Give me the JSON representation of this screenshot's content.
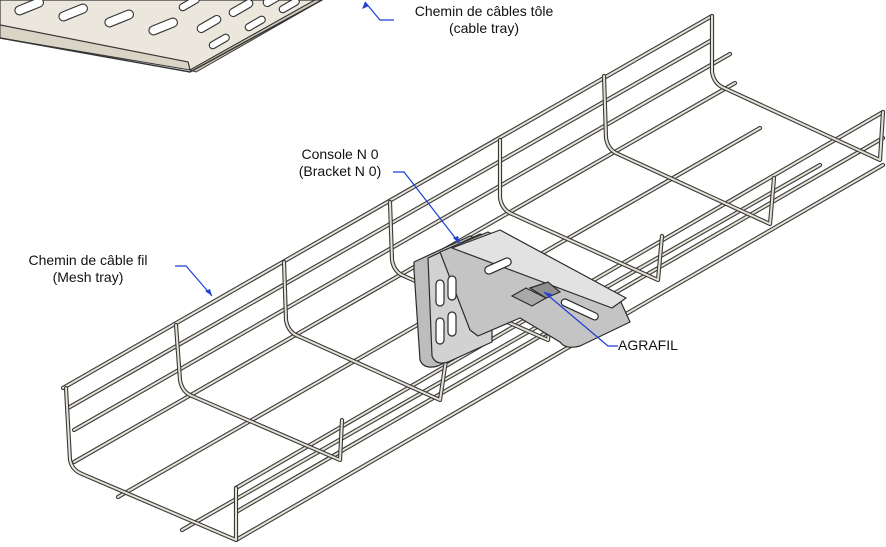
{
  "labels": {
    "sheet_tray": {
      "line1": "Chemin de câbles tôle",
      "line2": "(cable tray)"
    },
    "bracket": {
      "line1": "Console N 0",
      "line2": "(Bracket N 0)"
    },
    "mesh_tray": {
      "line1": "Chemin de câble fil",
      "line2": "(Mesh tray)"
    },
    "agrafil": {
      "line1": "AGRAFIL"
    }
  },
  "colors": {
    "leader": "#1f3fd6",
    "wire": "#3a3a3a",
    "wire_fill": "#e6e2d6",
    "sheet_fill": "#e9e5da",
    "bracket_fill": "#c9c9c9",
    "text": "#111111"
  }
}
